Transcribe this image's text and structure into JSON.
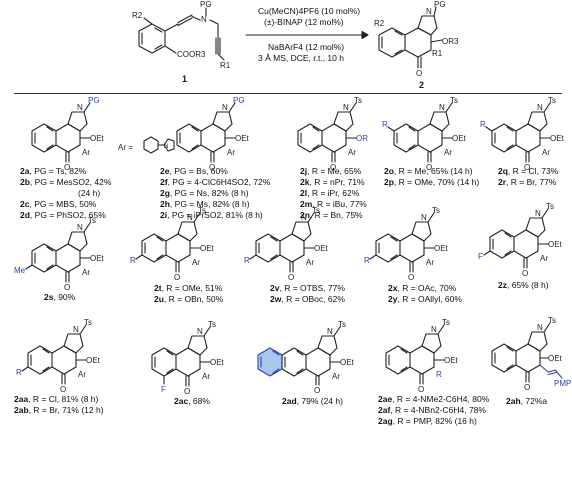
{
  "reaction": {
    "reagent_line1": "Cu(MeCN)4PF6 (10 mol%)",
    "reagent_line2": "(±)-BINAP (12 mol%)",
    "reagent_line3": "NaBArF4 (12 mol%)",
    "reagent_line4": "3 Å MS, DCE, r.t., 10 h",
    "substrate_number": "1",
    "product_number": "2"
  },
  "labels": {
    "pg": "PG",
    "ts": "Ts",
    "oet": "OEt",
    "ar": "Ar",
    "r": "R",
    "r1": "R1",
    "r2": "R2",
    "r3": "R3",
    "or": "OR",
    "or3": "OR3",
    "coor3": "COOR3",
    "o": "O",
    "n": "N",
    "f": "F",
    "me": "Me",
    "pmp": "PMP",
    "ar_def": "Ar ="
  },
  "entries": [
    {
      "id": "2a",
      "text": ", PG = Ts, 82%"
    },
    {
      "id": "2b",
      "text": ", PG = MesSO2, 42%"
    },
    {
      "id": "",
      "text": "(24 h)"
    },
    {
      "id": "2c",
      "text": ", PG = MBS, 50%"
    },
    {
      "id": "2d",
      "text": ", PG = PhSO2, 65%"
    },
    {
      "id": "2e",
      "text": ", PG = Bs, 60%"
    },
    {
      "id": "2f",
      "text": ", PG = 4-ClC6H4SO2, 72%"
    },
    {
      "id": "2g",
      "text": ", PG = Ns, 82% (8 h)"
    },
    {
      "id": "2h",
      "text": ", PG = Ms, 82% (8 h)"
    },
    {
      "id": "2i",
      "text": ", PG = iPrSO2, 81% (8 h)"
    },
    {
      "id": "2j",
      "text": ", R = Me, 65%"
    },
    {
      "id": "2k",
      "text": ", R = nPr, 71%"
    },
    {
      "id": "2l",
      "text": ", R = iPr, 62%"
    },
    {
      "id": "2m",
      "text": ", R = iBu, 77%"
    },
    {
      "id": "2n",
      "text": ", R = Bn, 75%"
    },
    {
      "id": "2o",
      "text": ", R = Me, 65% (14 h)"
    },
    {
      "id": "2p",
      "text": ", R = OMe, 70% (14 h)"
    },
    {
      "id": "2q",
      "text": ", R = Cl, 73%"
    },
    {
      "id": "2r",
      "text": ", R = Br, 77%"
    },
    {
      "id": "2s",
      "text": ", 90%"
    },
    {
      "id": "2t",
      "text": ", R = OMe, 51%"
    },
    {
      "id": "2u",
      "text": ", R = OBn, 50%"
    },
    {
      "id": "2v",
      "text": ", R = OTBS, 77%"
    },
    {
      "id": "2w",
      "text": ", R = OBoc, 62%"
    },
    {
      "id": "2x",
      "text": ", R = OAc, 70%"
    },
    {
      "id": "2y",
      "text": ", R = OAllyl, 60%"
    },
    {
      "id": "2z",
      "text": ", 65% (8 h)"
    },
    {
      "id": "2aa",
      "text": ", R = Cl, 81% (8 h)"
    },
    {
      "id": "2ab",
      "text": ", R = Br, 71% (12 h)"
    },
    {
      "id": "2ac",
      "text": ", 68%"
    },
    {
      "id": "2ad",
      "text": ", 79% (24 h)"
    },
    {
      "id": "2ae",
      "text": ", R = 4-NMe2-C6H4, 80%"
    },
    {
      "id": "2af",
      "text": ", R = 4-NBn2-C6H4, 78%"
    },
    {
      "id": "2ag",
      "text": ", R = PMP, 82% (16 h)"
    },
    {
      "id": "2ah",
      "text": ", 72%a"
    }
  ],
  "colors": {
    "highlight_blue": "#2b43b4",
    "highlight_fill": "#a9c8ef"
  }
}
